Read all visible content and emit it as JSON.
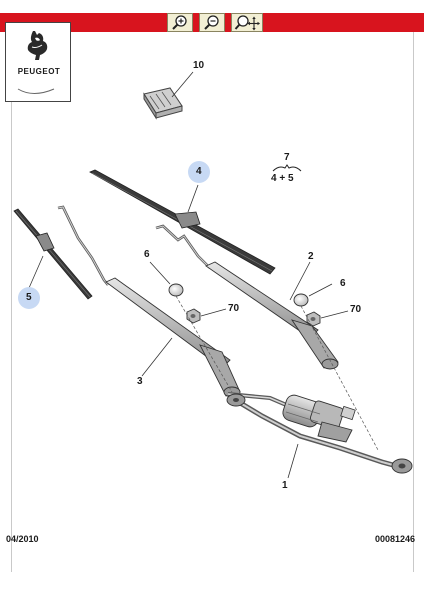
{
  "header": {
    "bar_color": "#d8141e"
  },
  "toolbar": {
    "zoom_in_icon": "magnifier-plus-icon",
    "zoom_out_icon": "magnifier-minus-icon",
    "pan_icon": "magnifier-move-icon"
  },
  "brand": {
    "name": "PEUGEOT"
  },
  "callouts": {
    "c1": "1",
    "c2": "2",
    "c3": "3",
    "c4": "4",
    "c5": "5",
    "c6a": "6",
    "c6b": "6",
    "c7": "7",
    "c7_sub": "4 + 5",
    "c10": "10",
    "c70a": "70",
    "c70b": "70"
  },
  "footer": {
    "date": "04/2010",
    "ref": "00081246"
  }
}
